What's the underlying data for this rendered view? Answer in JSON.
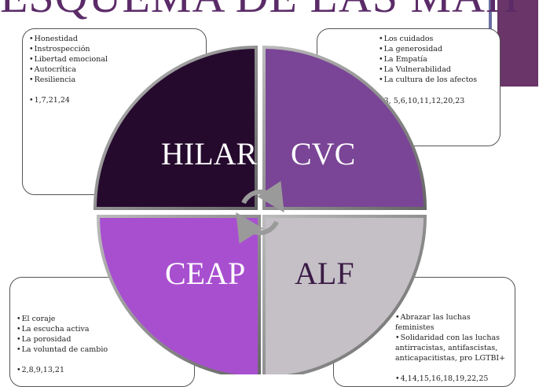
{
  "title": "ESQUEMA DE LAS MAH",
  "quadrants": {
    "hilar": {
      "label": "HILAR",
      "color": "#250a2e"
    },
    "cvc": {
      "label": "CVC",
      "color": "#7a4596"
    },
    "ceap": {
      "label": "CEAP",
      "color": "#a84fd0"
    },
    "alf": {
      "label": "ALF",
      "color": "#c4c0c6"
    }
  },
  "boxes": {
    "hilar": {
      "items": [
        "Honestidad",
        "Instrospección",
        "Libertad emocional",
        "Autocrítica",
        "Resiliencia"
      ],
      "numbers": "1,7,21,24"
    },
    "cvc": {
      "items": [
        "Los cuidados",
        "La generosidad",
        "La Empatía",
        "La Vulnerabilidad",
        "La cultura de los afectos"
      ],
      "numbers": "3, 5,6,10,11,12,20,23"
    },
    "ceap": {
      "items": [
        "El coraje",
        "La escucha activa",
        "La porosidad",
        "La voluntad de cambio"
      ],
      "numbers": "2,8,9,13,21"
    },
    "alf": {
      "items": [
        "Abrazar las luchas feministes",
        "Solidaridad con las luchas antirracistas, antifascistas, anticapacitistas, pro LGTBI+"
      ],
      "numbers": "4,14,15,16,18,19,22,25"
    }
  }
}
